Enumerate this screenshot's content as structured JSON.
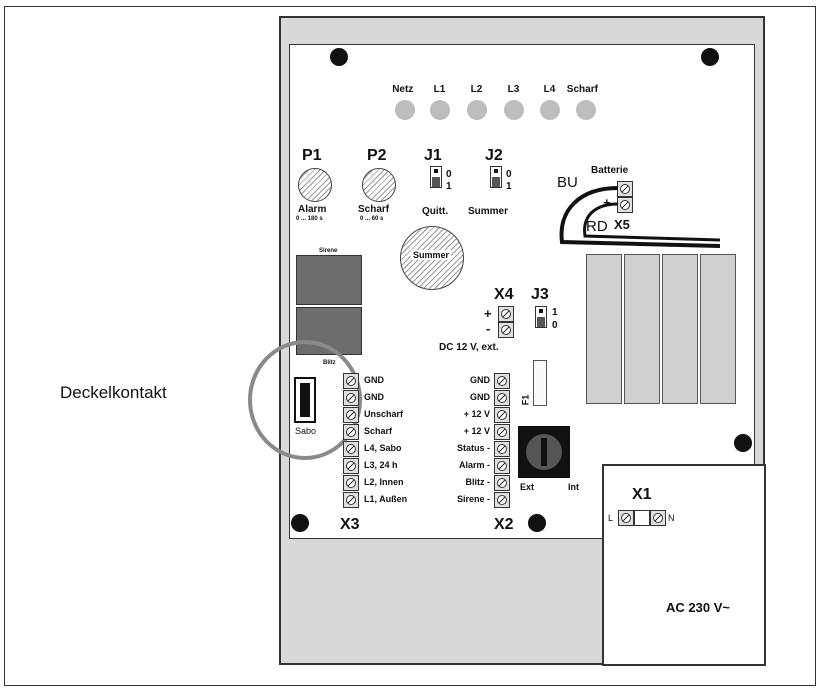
{
  "leds": [
    "Netz",
    "L1",
    "L2",
    "L3",
    "L4",
    "Scharf"
  ],
  "pots": [
    {
      "id": "P1",
      "label": "Alarm",
      "range": "0 ... 180 s"
    },
    {
      "id": "P2",
      "label": "Scharf",
      "range": "0 ... 60 s"
    }
  ],
  "jumpers": [
    {
      "id": "J1",
      "label": "Quitt.",
      "pos0": "0",
      "pos1": "1"
    },
    {
      "id": "J2",
      "label": "Summer",
      "pos0": "0",
      "pos1": "1"
    },
    {
      "id": "J3",
      "label": "",
      "pos0": "0",
      "pos1": "1"
    }
  ],
  "battery": {
    "title": "Batterie",
    "minus": "-",
    "plus": "+",
    "bu": "BU",
    "rd": "RD",
    "connector": "X5"
  },
  "buzzer": "Summer",
  "siren_block_label": "Sirene",
  "flash_block_label": "Blitz",
  "x4": {
    "id": "X4",
    "plus": "+",
    "minus": "-",
    "caption": "DC 12 V, ext."
  },
  "fuse": "F1",
  "tamper": {
    "label": "Sabo",
    "callout": "Deckelkontakt"
  },
  "x3": {
    "id": "X3",
    "terminals": [
      "GND",
      "GND",
      "Unscharf",
      "Scharf",
      "L4, Sabo",
      "L3, 24 h",
      "L2, Innen",
      "L1, Außen"
    ]
  },
  "x2": {
    "id": "X2",
    "terminals": [
      "GND",
      "GND",
      "+ 12 V",
      "+ 12 V",
      "Status -",
      "Alarm -",
      "Blitz -",
      "Sirene -"
    ]
  },
  "switch": {
    "ext": "Ext",
    "int": "Int"
  },
  "x1": {
    "id": "X1",
    "l": "L",
    "n": "N",
    "voltage": "AC 230 V~"
  },
  "colors": {
    "led": "#bdbdbd",
    "callout_circle": "#8a8a8a",
    "block": "#6d6d6d"
  }
}
